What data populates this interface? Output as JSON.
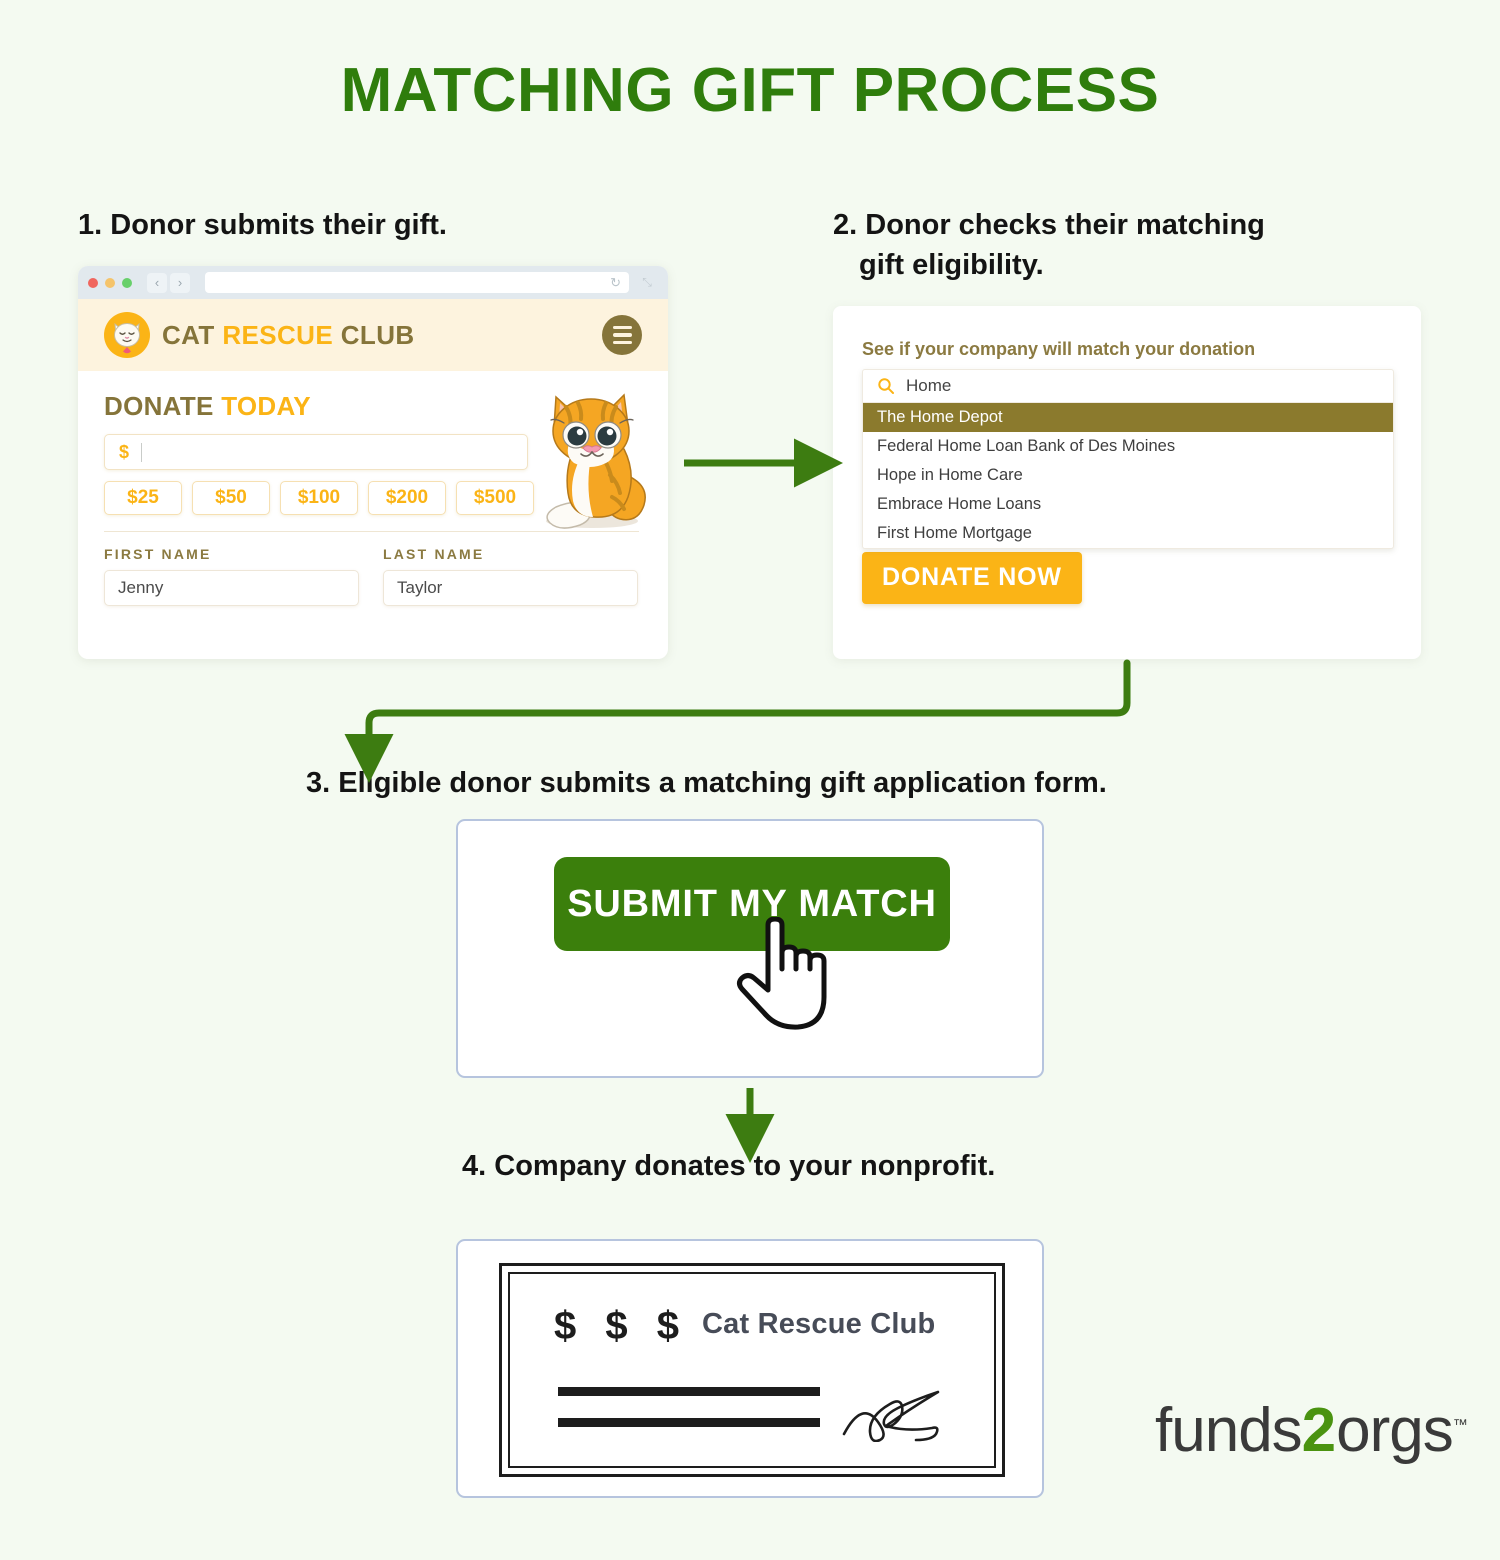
{
  "title": "MATCHING GIFT PROCESS",
  "colors": {
    "background": "#f4faf1",
    "title_green": "#2f7d0c",
    "arrow_green": "#3d7c11",
    "button_green": "#3b7f0c",
    "amber": "#fbb416",
    "olive": "#85743a",
    "olive_dark": "#8b7a2d",
    "card_border_blue": "#b6c4de",
    "check_slate": "#474c58"
  },
  "steps": [
    {
      "number": "1.",
      "text": "Donor submits their gift."
    },
    {
      "number": "2.",
      "line1": "Donor checks their matching",
      "line2": "gift eligibility."
    },
    {
      "number": "3.",
      "text": "Eligible donor submits a matching gift application form."
    },
    {
      "number": "4.",
      "text": "Company donates to your nonprofit."
    }
  ],
  "browser": {
    "window_dots": [
      "close-dot",
      "minimize-dot",
      "maximize-dot"
    ],
    "back_icon": "‹",
    "forward_icon": "›",
    "reload_icon": "↻",
    "expand_icon": "⤡",
    "url_value": "",
    "url_placeholder": "",
    "site": {
      "logo_icon": "cat-logo-icon",
      "brand_part1": "CAT",
      "brand_part2": "RESCUE",
      "brand_part3": "CLUB",
      "menu_icon": "hamburger-menu-icon",
      "donate_heading_part1": "DONATE",
      "donate_heading_part2": "TODAY",
      "currency_symbol": "$",
      "amount_value": "",
      "amount_placeholder": "",
      "amount_chips": [
        "$25",
        "$50",
        "$100",
        "$200",
        "$500"
      ],
      "first_name_label": "FIRST NAME",
      "first_name_value": "Jenny",
      "last_name_label": "LAST NAME",
      "last_name_value": "Taylor",
      "illustration": "orange-tabby-kitten"
    }
  },
  "eligibility": {
    "heading": "See if your company will match your donation",
    "search_icon": "search-icon",
    "search_value": "Home",
    "search_placeholder": "",
    "results": [
      {
        "label": "The Home Depot",
        "selected": true
      },
      {
        "label": "Federal Home Loan Bank of Des Moines",
        "selected": false
      },
      {
        "label": "Hope in Home Care",
        "selected": false
      },
      {
        "label": "Embrace Home Loans",
        "selected": false
      },
      {
        "label": "First Home Mortgage",
        "selected": false
      }
    ],
    "donate_now_label": "DONATE NOW"
  },
  "submit": {
    "button_label": "SUBMIT MY MATCH",
    "cursor_icon": "pointing-hand-cursor-icon"
  },
  "check": {
    "amount_marks": "$ $ $",
    "payee": "Cat Rescue Club",
    "signature_icon": "signature-scribble-icon",
    "memo_line_count": 2
  },
  "footer_logo": {
    "part1": "funds",
    "accent": "2",
    "part2": "orgs",
    "trademark": "™"
  },
  "connectors": [
    {
      "name": "arrow-step1-to-step2",
      "type": "straight-right"
    },
    {
      "name": "arrow-step2-to-step3",
      "type": "elbow-down-left-down"
    },
    {
      "name": "arrow-step3-to-step4",
      "type": "straight-down"
    }
  ]
}
